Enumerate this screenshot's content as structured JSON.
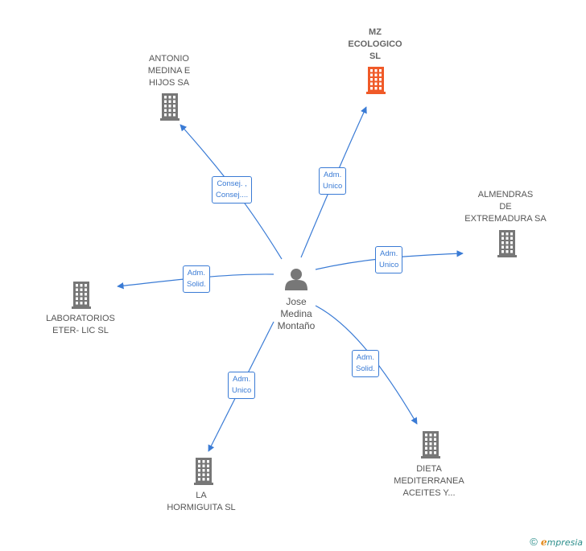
{
  "center": {
    "name": "Jose\nMedina\nMontaño",
    "icon": "person-icon"
  },
  "companies": [
    {
      "id": "mz",
      "name": "MZ\nECOLOGICO\nSL",
      "highlight": true,
      "color": "#f05a28"
    },
    {
      "id": "antonio",
      "name": "ANTONIO\nMEDINA E\nHIJOS SA",
      "highlight": false,
      "color": "#777777"
    },
    {
      "id": "almendras",
      "name": "ALMENDRAS\nDE\nEXTREMADURA SA",
      "highlight": false,
      "color": "#777777"
    },
    {
      "id": "laboratorios",
      "name": "LABORATORIOS\nETER- LIC  SL",
      "highlight": false,
      "color": "#777777"
    },
    {
      "id": "dieta",
      "name": "DIETA\nMEDITERRANEA\nACEITES Y...",
      "highlight": false,
      "color": "#777777"
    },
    {
      "id": "hormiguita",
      "name": "LA\nHORMIGUITA SL",
      "highlight": false,
      "color": "#777777"
    }
  ],
  "relations": [
    {
      "to": "antonio",
      "label": "Consej. ,\nConsej...."
    },
    {
      "to": "mz",
      "label": "Adm.\nUnico"
    },
    {
      "to": "almendras",
      "label": "Adm.\nUnico"
    },
    {
      "to": "laboratorios",
      "label": "Adm.\nSolid."
    },
    {
      "to": "dieta",
      "label": "Adm.\nSolid."
    },
    {
      "to": "hormiguita",
      "label": "Adm.\nUnico"
    }
  ],
  "colors": {
    "edge": "#3a7bd5",
    "building": "#777777",
    "highlight": "#f05a28",
    "person": "#777777"
  },
  "footer": {
    "copyright": "©",
    "brand_initial": "e",
    "brand_rest": "mpresia"
  }
}
